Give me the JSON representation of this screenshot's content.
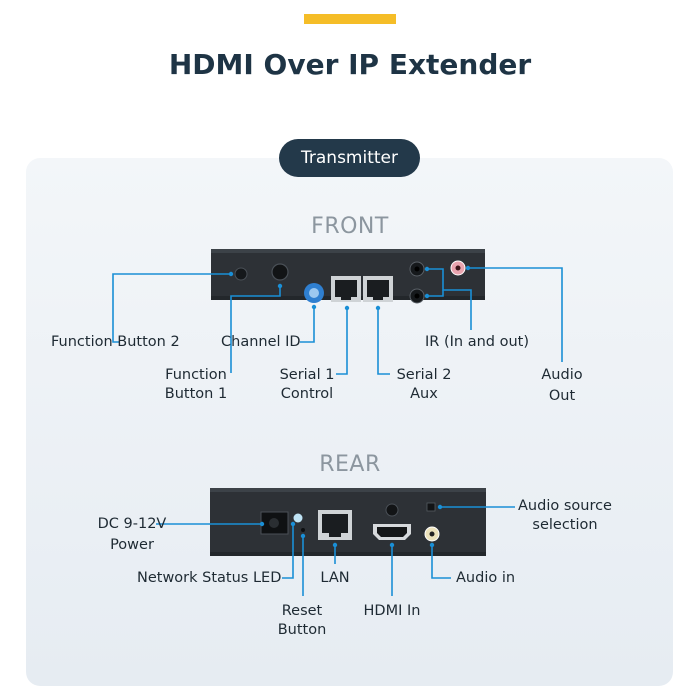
{
  "title": "HDMI Over IP Extender",
  "badge": "Transmitter",
  "front": {
    "heading": "FRONT",
    "labels": {
      "function_button_2": "Function Button 2",
      "function_button_1_line1": "Function",
      "function_button_1_line2": "Button 1",
      "channel_id": "Channel ID",
      "serial1_line1": "Serial 1",
      "serial1_line2": "Control",
      "serial2_line1": "Serial 2",
      "serial2_line2": "Aux",
      "ir": "IR (In and out)",
      "audio_out_line1": "Audio",
      "audio_out_line2": "Out"
    }
  },
  "rear": {
    "heading": "REAR",
    "labels": {
      "dc_line1": "DC 9-12V",
      "dc_line2": "Power",
      "network_led": "Network Status LED",
      "reset_line1": "Reset",
      "reset_line2": "Button",
      "lan": "LAN",
      "hdmi_in": "HDMI In",
      "audio_in": "Audio in",
      "audio_source_line1": "Audio source",
      "audio_source_line2": "selection"
    }
  },
  "colors": {
    "accent": "#f5bd27",
    "title": "#1e3445",
    "badge_bg": "#23394a",
    "callout_line": "#1a8fd6",
    "device_body": "#2d3136"
  }
}
